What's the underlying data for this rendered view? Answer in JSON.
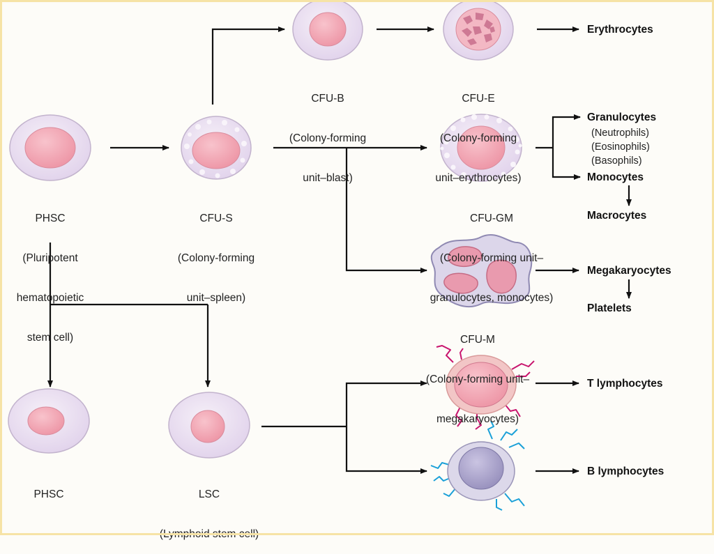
{
  "colors": {
    "membrane": "#e9dff0",
    "membrane_edge": "#b8a6c6",
    "nucleus": "#f3a7b5",
    "nucleus_edge": "#cf7b90",
    "t_cell": "#f0b4b4",
    "b_cell_nucleus": "#a49ec6",
    "t_receptor": "#c8156e",
    "b_receptor": "#1aa0d8",
    "arrow": "#111111"
  },
  "cells": {
    "phsc_main": {
      "line1": "PHSC",
      "line2": "(Pluripotent",
      "line3": "hematopoietic",
      "line4": "stem cell)"
    },
    "cfu_s": {
      "line1": "CFU-S",
      "line2": "(Colony-forming",
      "line3": "unit–spleen)"
    },
    "cfu_b": {
      "line1": "CFU-B",
      "line2": "(Colony-forming",
      "line3": "unit–blast)"
    },
    "cfu_e": {
      "line1": "CFU-E",
      "line2": "(Colony-forming",
      "line3": "unit–erythrocytes)"
    },
    "cfu_gm": {
      "line1": "CFU-GM",
      "line2": "(Colony-forming unit–",
      "line3": "granulocytes, monocytes)"
    },
    "cfu_m": {
      "line1": "CFU-M",
      "line2": "(Colony-forming unit–",
      "line3": "megakaryocytes)"
    },
    "phsc_bottom": {
      "line1": "PHSC"
    },
    "lsc": {
      "line1": "LSC",
      "line2": "(Lymphoid stem cell)"
    }
  },
  "outputs": {
    "erythrocytes": "Erythrocytes",
    "granulocytes": "Granulocytes",
    "neutrophils": "(Neutrophils)",
    "eosinophils": "(Eosinophils)",
    "basophils": "(Basophils)",
    "monocytes": "Monocytes",
    "macrocytes": "Macrocytes",
    "megakaryocytes": "Megakaryocytes",
    "platelets": "Platelets",
    "t_lymphocytes": "T lymphocytes",
    "b_lymphocytes": "B lymphocytes"
  }
}
